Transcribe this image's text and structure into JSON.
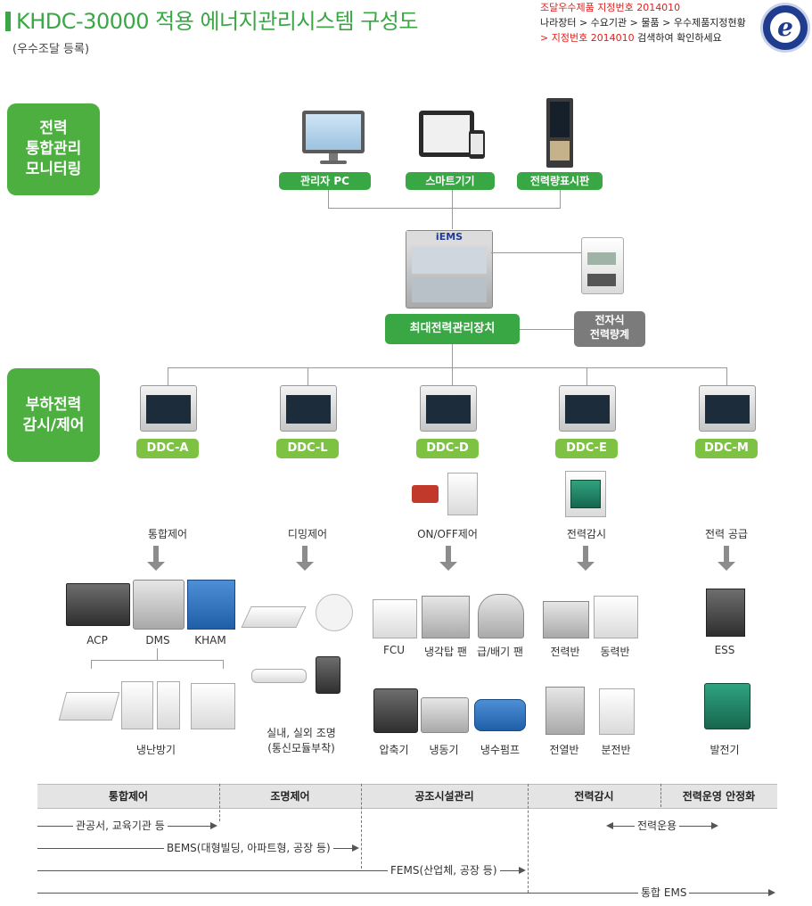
{
  "header": {
    "title": "KHDC-30000 적용 에너지관리시스템 구성도",
    "subtitle": "(우수조달 등록)"
  },
  "notice": {
    "line1": "조달우수제품 지정번호 2014010",
    "line2": "나라장터 > 수요기관 > 물품 > 우수제품지정현황",
    "line3_prefix": "> 지정번호 2014010",
    "line3_suffix": " 검색하여 확인하세요"
  },
  "colors": {
    "accent": "#3aa745",
    "ddc": "#7dc242",
    "grey": "#7b7b7b",
    "notice_red": "#e0201c"
  },
  "sections": {
    "monitoring": "전력\n통합관리\n모니터링",
    "load_control": "부하전력\n감시/제어"
  },
  "top_devices": {
    "admin_pc": "관리자 PC",
    "smart_device": "스마트기기",
    "display_board": "전력량표시판"
  },
  "ems": {
    "device_label": "iEMS",
    "controller": "최대전력관리장치",
    "meter": "전자식\n전력량계"
  },
  "ddc": [
    "DDC-A",
    "DDC-L",
    "DDC-D",
    "DDC-E",
    "DDC-M"
  ],
  "functions": [
    "통합제어",
    "디밍제어",
    "ON/OFF제어",
    "전력감시",
    "전력 공급"
  ],
  "equipment": {
    "acp": "ACP",
    "dms": "DMS",
    "kham": "KHAM",
    "hvac": "냉난방기",
    "lighting": "실내, 실외 조명\n(통신모듈부착)",
    "fcu": "FCU",
    "cooling_fan": "냉각탑 팬",
    "exhaust_fan": "급/배기 팬",
    "compressor": "압축기",
    "chiller": "냉동기",
    "cooling_pump": "냉수펌프",
    "power_panel": "전력반",
    "motor_panel": "동력반",
    "heat_panel": "전열반",
    "dist_panel": "분전반",
    "ess": "ESS",
    "generator": "발전기"
  },
  "table": {
    "headers": [
      "통합제어",
      "조명제어",
      "공조시설관리",
      "전력감시",
      "전력운영 안정화"
    ],
    "rows": [
      "관공서, 교육기관 등",
      "BEMS(대형빌딩, 아파트형, 공장 등)",
      "FEMS(산업체, 공장 등)",
      "통합 EMS"
    ],
    "power_ops": "전력운용"
  }
}
